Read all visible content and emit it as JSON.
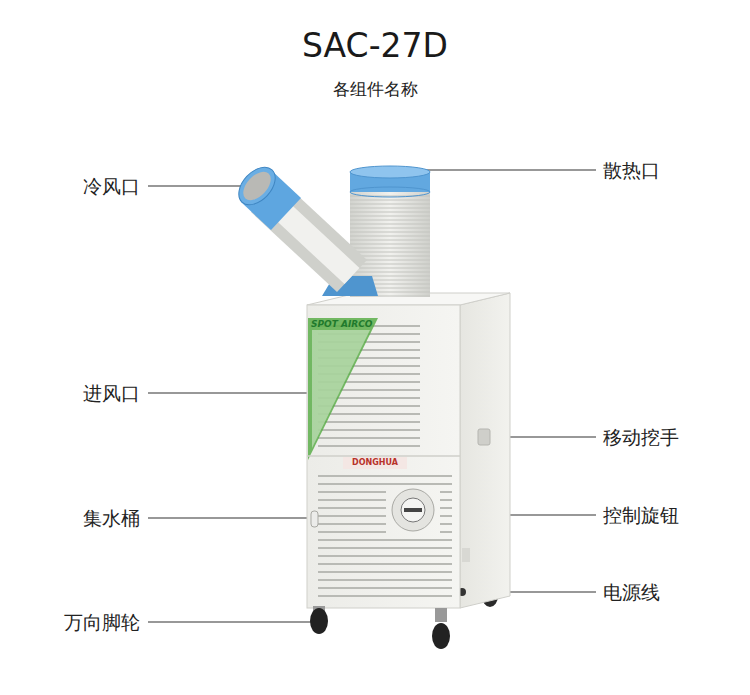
{
  "diagram": {
    "title": "SAC-27D",
    "labels": [
      "各组件名称",
      "冷风口",
      "散热口",
      "进风口",
      "移动挖手",
      "集水桶",
      "控制旋钮",
      "电源线",
      "万向脚轮",
      "SPOT AIRCO",
      "DONGHUA"
    ]
  }
}
